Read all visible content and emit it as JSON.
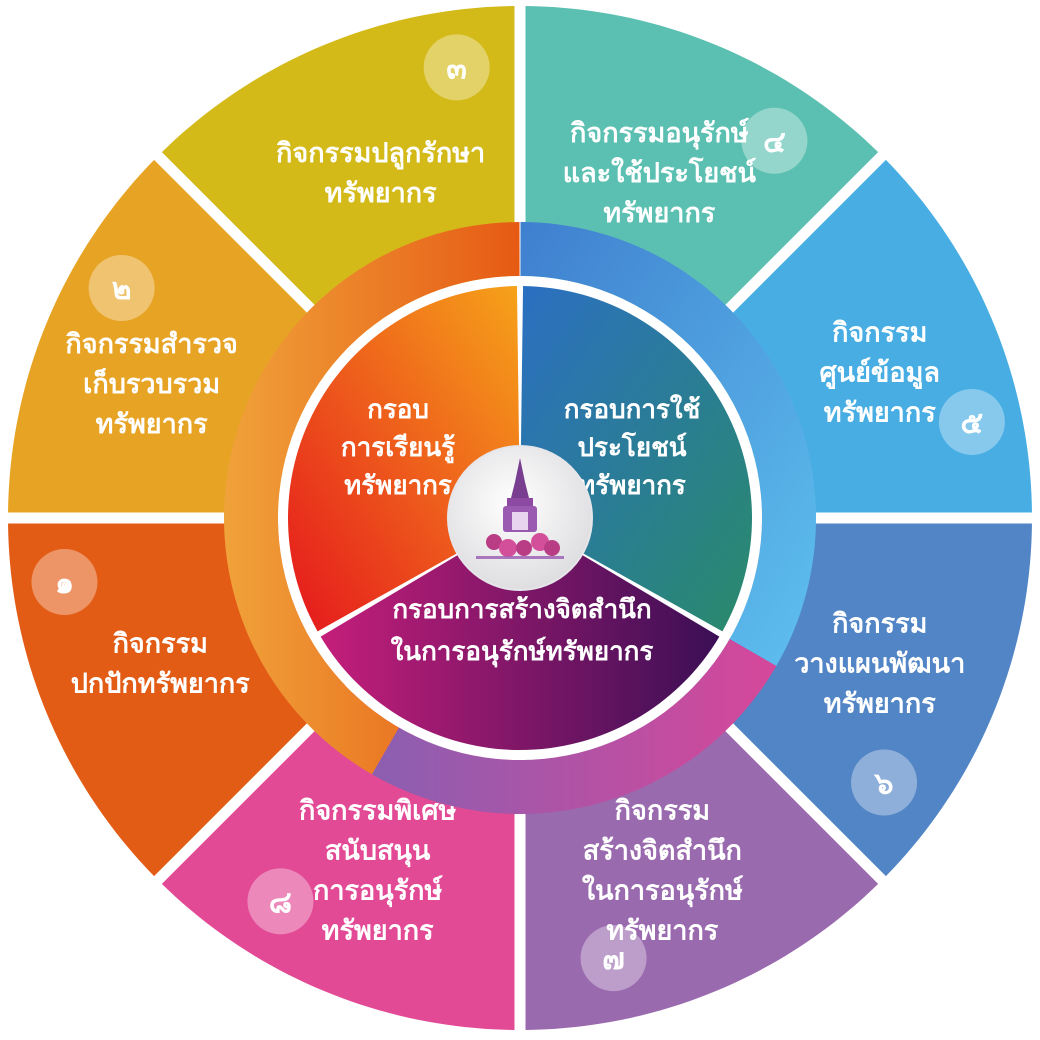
{
  "outer_segments": [
    {
      "id": "1",
      "numeral": "๑",
      "lines": [
        "กิจกรรม",
        "ปกปักทรัพยากร"
      ],
      "color": "#e35c16"
    },
    {
      "id": "2",
      "numeral": "๒",
      "lines": [
        "กิจกรรมสำรวจ",
        "เก็บรวบรวม",
        "ทรัพยากร"
      ],
      "color": "#e7a323"
    },
    {
      "id": "3",
      "numeral": "๓",
      "lines": [
        "กิจกรรมปลูกรักษา",
        "ทรัพยากร"
      ],
      "color": "#d3ba18"
    },
    {
      "id": "4",
      "numeral": "๔",
      "lines": [
        "กิจกรรมอนุรักษ์",
        "และใช้ประโยชน์",
        "ทรัพยากร"
      ],
      "color": "#5bc0b1"
    },
    {
      "id": "5",
      "numeral": "๕",
      "lines": [
        "กิจกรรม",
        "ศูนย์ข้อมูล",
        "ทรัพยากร"
      ],
      "color": "#48ade3"
    },
    {
      "id": "6",
      "numeral": "๖",
      "lines": [
        "กิจกรรม",
        "วางแผนพัฒนา",
        "ทรัพยากร"
      ],
      "color": "#5285c5"
    },
    {
      "id": "7",
      "numeral": "๗",
      "lines": [
        "กิจกรรม",
        "สร้างจิตสำนึก",
        "ในการอนุรักษ์",
        "ทรัพยากร"
      ],
      "color": "#9a6aaf"
    },
    {
      "id": "8",
      "numeral": "๘",
      "lines": [
        "กิจกรรมพิเศษ",
        "สนับสนุน",
        "การอนุรักษ์",
        "ทรัพยากร"
      ],
      "color": "#e24a96"
    }
  ],
  "core_segments": [
    {
      "id": "learning",
      "lines": [
        "กรอบ",
        "การเรียนรู้",
        "ทรัพยากร"
      ]
    },
    {
      "id": "utilization",
      "lines": [
        "กรอบการใช้",
        "ประโยชน์",
        "ทรัพยากร"
      ]
    },
    {
      "id": "awareness",
      "lines": [
        "กรอบการสร้างจิตสำนึก",
        "ในการอนุรักษ์ทรัพยากร"
      ]
    }
  ],
  "colors": {
    "ring_orange": "#ea7d1f",
    "ring_blue": "#4c97d8",
    "ring_purple": "#b54e9d",
    "core_learning_a": "#e5161d",
    "core_learning_b": "#f6a31a",
    "core_util_a": "#2b6fc2",
    "core_util_b": "#2a8a6a",
    "core_aware_a": "#c41e7a",
    "core_aware_b": "#3b0f55"
  },
  "center": {
    "icon": "university-logo-icon"
  }
}
